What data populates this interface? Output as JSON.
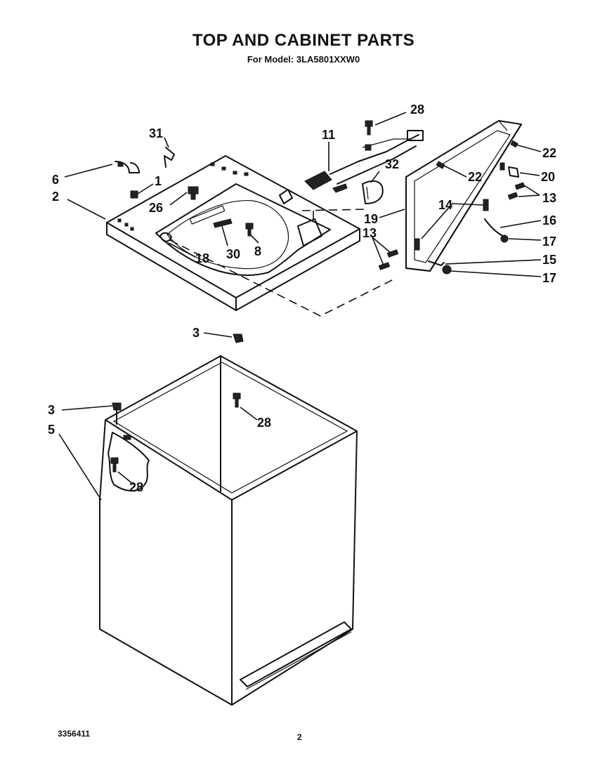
{
  "header": {
    "title": "TOP AND CABINET PARTS",
    "subtitle": "For Model: 3LA5801XXW0"
  },
  "footer": {
    "doc_number": "3356411",
    "page_number": "2"
  },
  "callouts": [
    {
      "id": "c28a",
      "label": "28"
    },
    {
      "id": "c31",
      "label": "31"
    },
    {
      "id": "c11",
      "label": "11"
    },
    {
      "id": "c32",
      "label": "32"
    },
    {
      "id": "c22a",
      "label": "22"
    },
    {
      "id": "c22b",
      "label": "22"
    },
    {
      "id": "c20",
      "label": "20"
    },
    {
      "id": "c13a",
      "label": "13"
    },
    {
      "id": "c6",
      "label": "6"
    },
    {
      "id": "c1",
      "label": "1"
    },
    {
      "id": "c2",
      "label": "2"
    },
    {
      "id": "c26",
      "label": "26"
    },
    {
      "id": "c14",
      "label": "14"
    },
    {
      "id": "c19",
      "label": "19"
    },
    {
      "id": "c16",
      "label": "16"
    },
    {
      "id": "c13b",
      "label": "13"
    },
    {
      "id": "c17a",
      "label": "17"
    },
    {
      "id": "c30",
      "label": "30"
    },
    {
      "id": "c8",
      "label": "8"
    },
    {
      "id": "c18",
      "label": "18"
    },
    {
      "id": "c15",
      "label": "15"
    },
    {
      "id": "c17b",
      "label": "17"
    },
    {
      "id": "c3a",
      "label": "3"
    },
    {
      "id": "c28b",
      "label": "28"
    },
    {
      "id": "c3b",
      "label": "3"
    },
    {
      "id": "c5",
      "label": "5"
    },
    {
      "id": "c28c",
      "label": "28"
    }
  ]
}
